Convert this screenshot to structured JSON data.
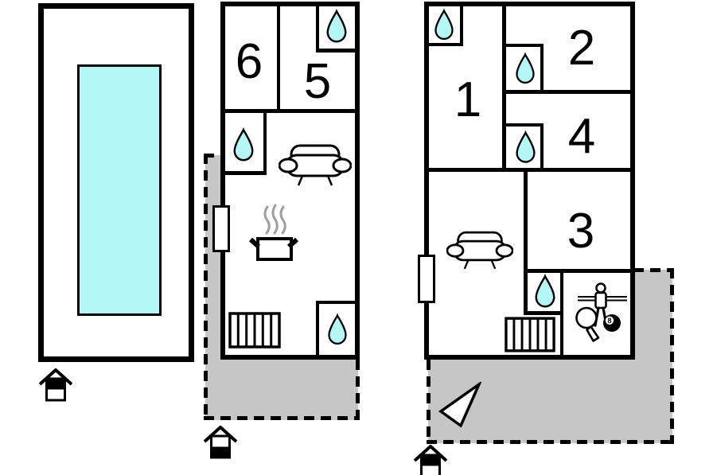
{
  "colors": {
    "water": "#b3f7f7",
    "terrace": "#c6c6c6",
    "wall": "#000000",
    "steam": "#9e9e9e"
  },
  "labels": {
    "room1": "1",
    "room2": "2",
    "room3": "3",
    "room4": "4",
    "room5": "5",
    "room6": "6",
    "billiard_ball": "8"
  },
  "icons": {
    "bathroom": "water-drop-icon",
    "pool": "swimming-pool",
    "living": "sofa-icon",
    "kitchen": "pot-with-steam-icon",
    "stairs": "stairs-icon",
    "games": [
      "table-tennis-paddle-icon",
      "billiard-8-ball-icon",
      "foosball-player-icon"
    ],
    "floor_indicator": "house-level-icon",
    "terrace_marker": "arrow-triangle-icon"
  }
}
